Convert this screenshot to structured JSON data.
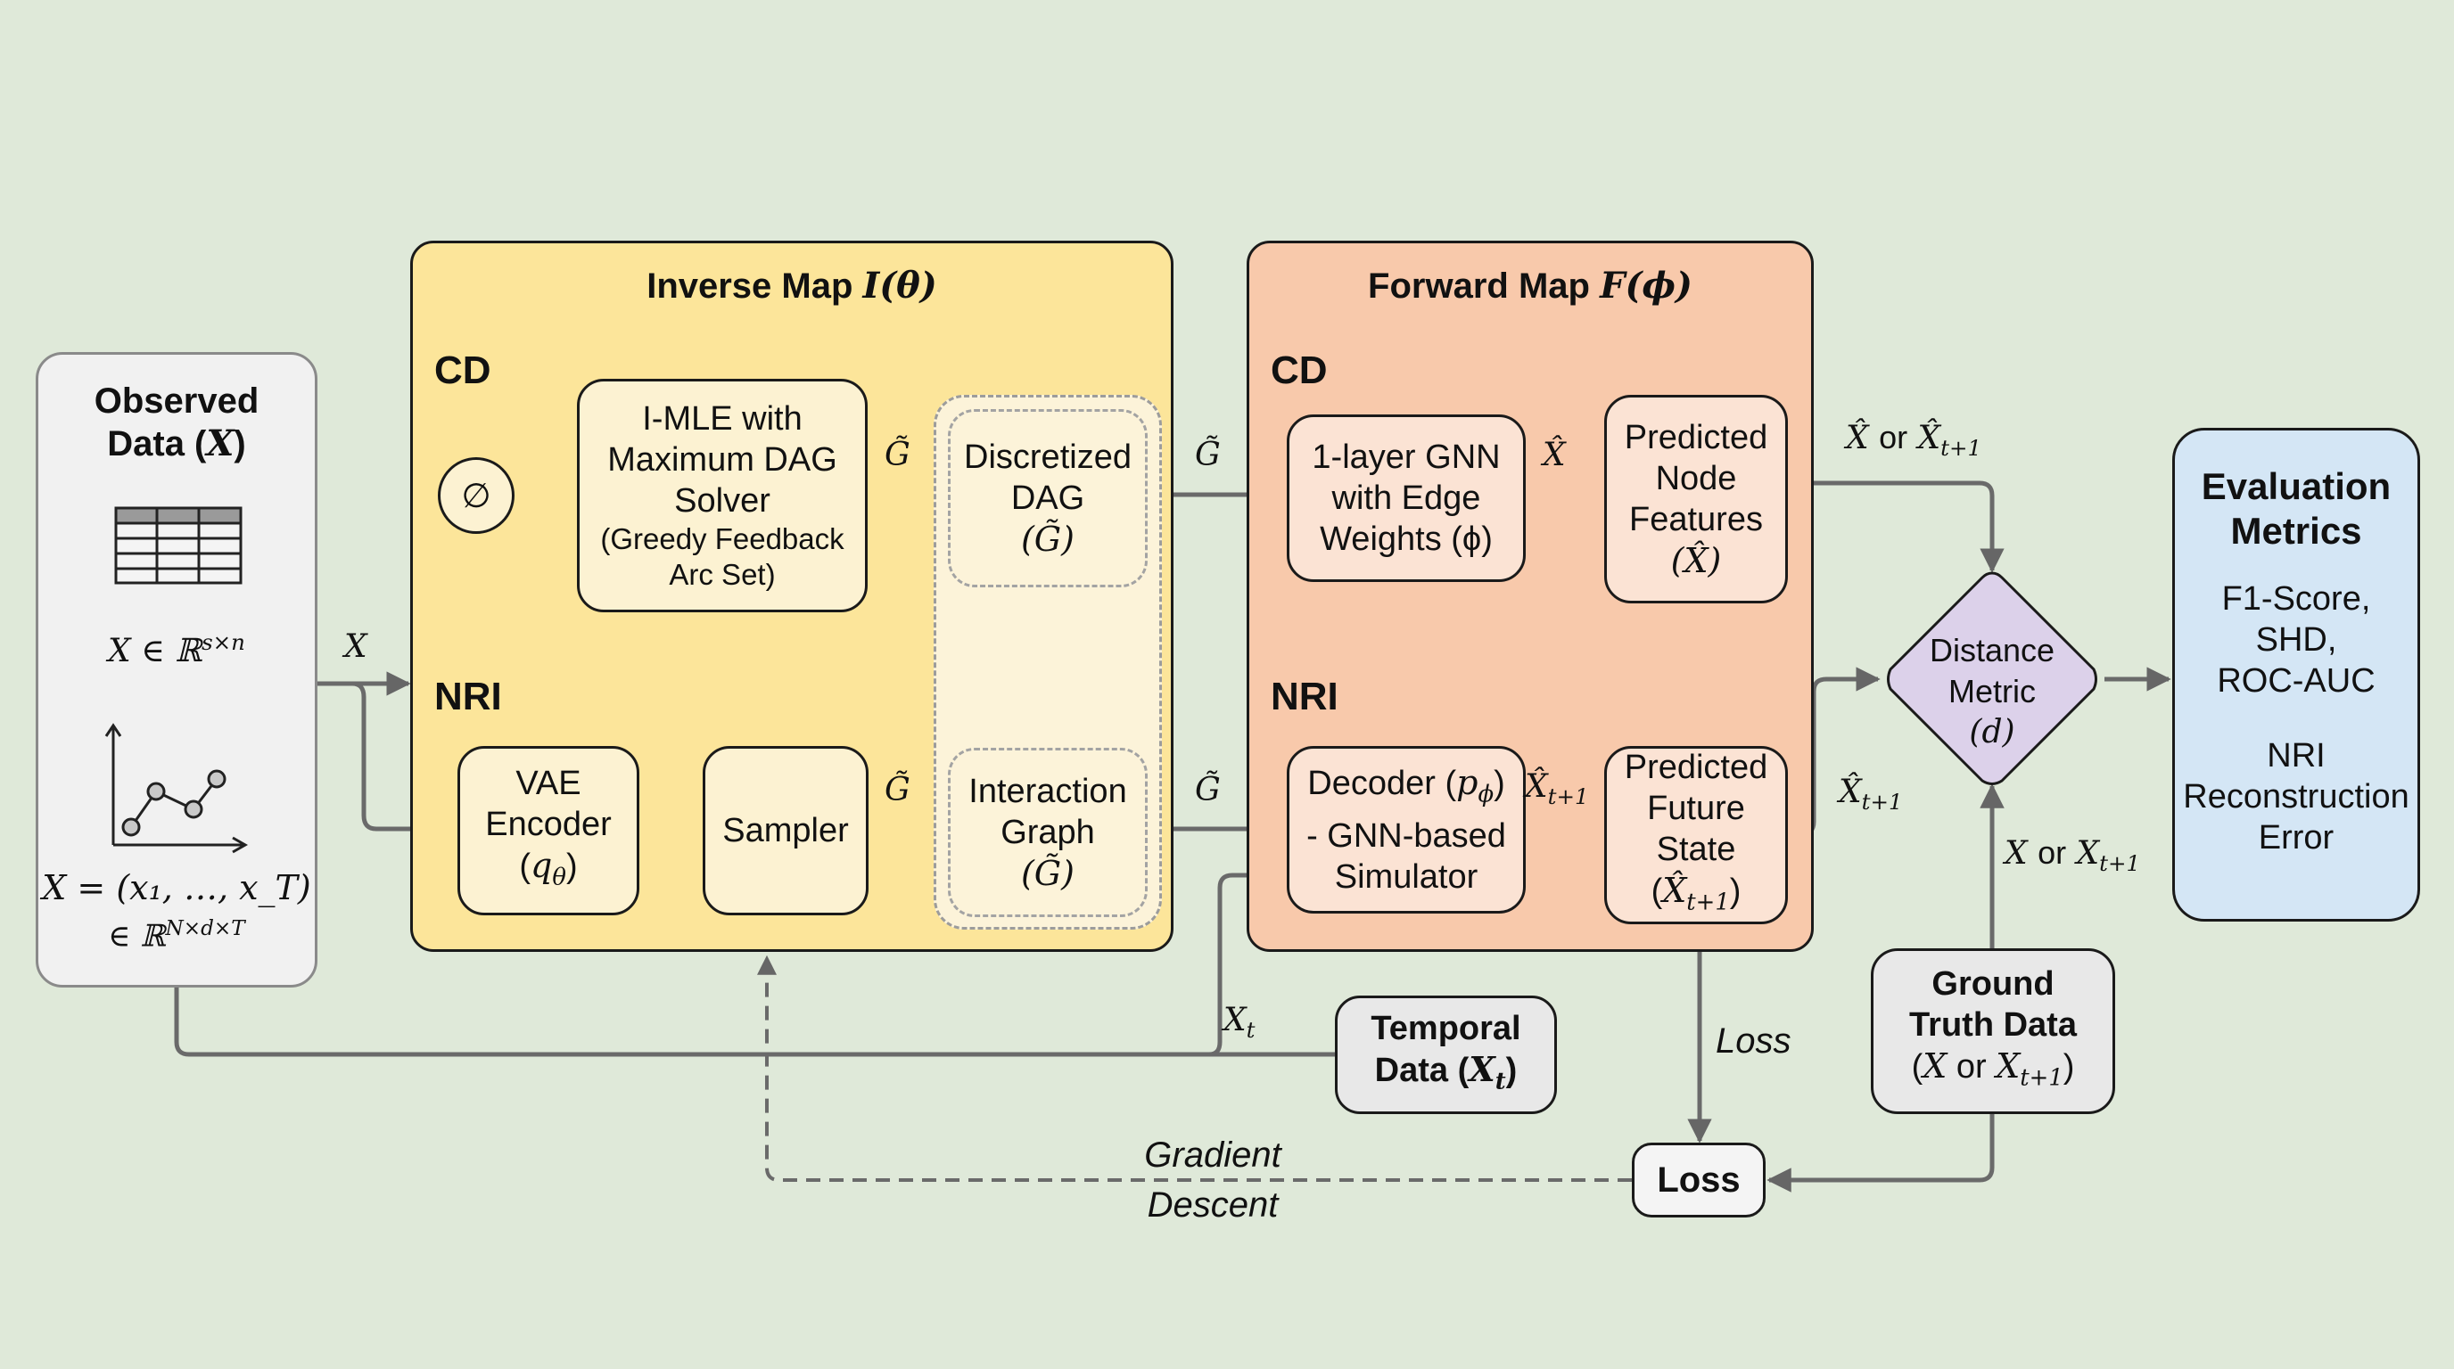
{
  "observed": {
    "title_line1": "Observed",
    "title_line2": "Data (X)",
    "table_formula": "X ∈ ℝ^(s×n)",
    "table_formula_base": "X ∈ ℝ",
    "table_formula_sup": "s×n",
    "series_formula_line1": "X = (x₁, …, x_T)",
    "series_formula_line2_base": "∈ ℝ",
    "series_formula_line2_sup": "N×d×T",
    "icons": [
      "data-table-icon",
      "time-series-chart-icon"
    ]
  },
  "edge_labels": {
    "x_input": "X",
    "g_tilde": "G̃",
    "x_hat": "X̂",
    "x_hat_t1": "X̂",
    "t1_sub": "t+1",
    "x_hat_or": "X̂ or X̂",
    "x_or": "X or X",
    "x_t": "X",
    "t_sub": "t",
    "loss_italic": "Loss",
    "gradient": "Gradient",
    "descent": "Descent"
  },
  "inverse_map": {
    "title": "Inverse Map",
    "title_math": "I(θ)",
    "cd_label": "CD",
    "nri_label": "NRI",
    "empty_set": "∅",
    "imle_box": [
      "I-MLE with",
      "Maximum DAG",
      "Solver"
    ],
    "imle_sub": [
      "(Greedy Feedback",
      "Arc Set)"
    ],
    "discretized_dag": [
      "Discretized",
      "DAG",
      "(G̃)"
    ],
    "vae_encoder": [
      "VAE",
      "Encoder",
      "(q_θ)"
    ],
    "vae_param": "q",
    "vae_sub": "θ",
    "sampler": "Sampler",
    "interaction_graph": [
      "Interaction",
      "Graph",
      "(G̃)"
    ]
  },
  "forward_map": {
    "title": "Forward Map",
    "title_math": "F(ϕ)",
    "cd_label": "CD",
    "nri_label": "NRI",
    "gnn_box": [
      "1-layer GNN",
      "with Edge",
      "Weights (ϕ)"
    ],
    "predicted_node": [
      "Predicted",
      "Node",
      "Features",
      "(X̂)"
    ],
    "decoder_box": [
      "Decoder (p_ϕ)",
      "- GNN-based",
      "Simulator"
    ],
    "decoder_line1_text": "Decoder (",
    "decoder_param": "p",
    "decoder_sub": "ϕ",
    "predicted_future": [
      "Predicted",
      "Future",
      "State"
    ],
    "predicted_future_math": "X̂",
    "predicted_future_sub": "t+1"
  },
  "distance_metric": {
    "lines": [
      "Distance",
      "Metric",
      "(d)"
    ]
  },
  "evaluation": {
    "title": [
      "Evaluation",
      "Metrics"
    ],
    "cd_metrics": [
      "F1-Score,",
      "SHD,",
      "ROC-AUC"
    ],
    "nri_metrics": [
      "NRI",
      "Reconstruction",
      "Error"
    ]
  },
  "temporal_data": {
    "line1": "Temporal",
    "line2": "Data (",
    "math": "X",
    "sub": "t"
  },
  "ground_truth": {
    "line1": "Ground",
    "line2": "Truth Data",
    "x": "X",
    "or": "or",
    "x2": "X",
    "sub": "t+1"
  },
  "loss_box": {
    "label": "Loss"
  },
  "colors": {
    "background": "#dfe9d9",
    "inverse_panel": "#fce59a",
    "forward_panel": "#f8c9ab",
    "evaluation": "#d4e6f5",
    "diamond": "#dcd1ea",
    "gray_node": "#e8e8e8",
    "arrow": "#666666"
  }
}
